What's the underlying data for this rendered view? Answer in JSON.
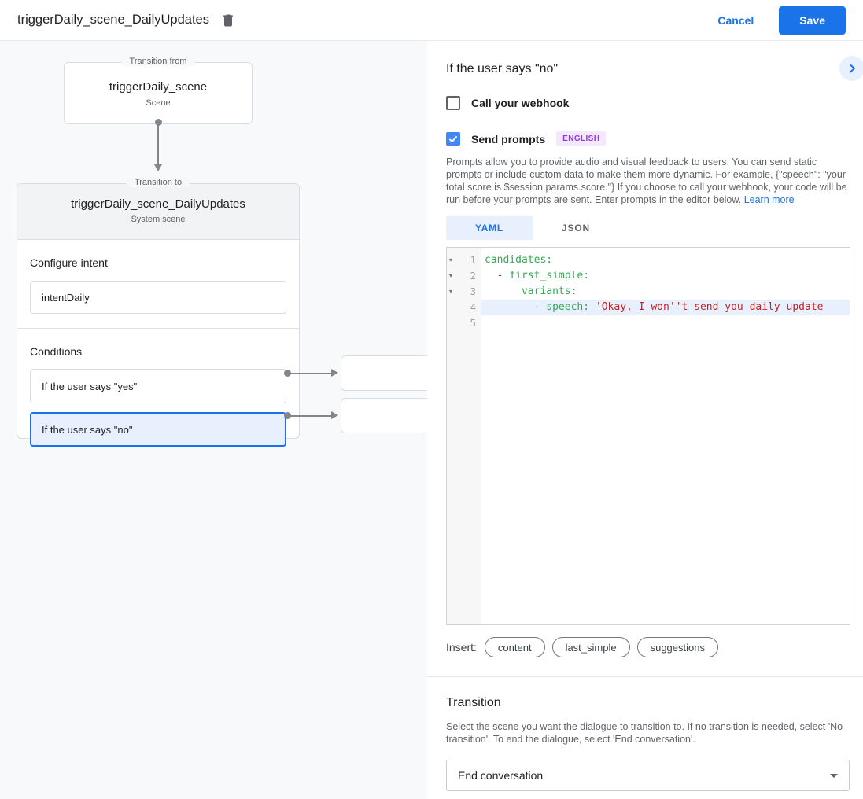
{
  "header": {
    "title": "triggerDaily_scene_DailyUpdates",
    "cancel_label": "Cancel",
    "save_label": "Save"
  },
  "colors": {
    "accent": "#1a73e8",
    "selection_bg": "#e8f0fe",
    "checkbox_checked": "#4285f4",
    "badge_bg": "#f3e8fd",
    "badge_text": "#9334e6",
    "code_key": "#34a853",
    "code_string": "#c5221f",
    "canvas_bg": "#f8f9fa"
  },
  "diagram": {
    "from_box": {
      "legend": "Transition from",
      "title": "triggerDaily_scene",
      "subtitle": "Scene"
    },
    "to_card": {
      "legend": "Transition to",
      "title": "triggerDaily_scene_DailyUpdates",
      "subtitle": "System scene",
      "intent_section": {
        "label": "Configure intent",
        "value": "intentDaily"
      },
      "conditions_section": {
        "label": "Conditions",
        "items": [
          {
            "label": "If the user says \"yes\"",
            "selected": false
          },
          {
            "label": "If the user says \"no\"",
            "selected": true
          }
        ]
      }
    }
  },
  "panel": {
    "title": "If the user says \"no\"",
    "webhook_checkbox": {
      "label": "Call your webhook",
      "checked": false
    },
    "prompts_checkbox": {
      "label": "Send prompts",
      "checked": true,
      "badge": "ENGLISH"
    },
    "description": "Prompts allow you to provide audio and visual feedback to users. You can send static prompts or include custom data to make them more dynamic. For example, {\"speech\": \"your total score is $session.params.score.\"} If you choose to call your webhook, your code will be run before your prompts are sent. Enter prompts in the editor below.",
    "learn_more_label": "Learn more",
    "editor": {
      "tabs": [
        {
          "label": "YAML",
          "active": true
        },
        {
          "label": "JSON",
          "active": false
        }
      ],
      "lines": [
        {
          "number": 1,
          "fold": true,
          "active": false,
          "segments": [
            [
              "key",
              "candidates:"
            ]
          ]
        },
        {
          "number": 2,
          "fold": true,
          "active": false,
          "segments": [
            [
              "plain",
              "  "
            ],
            [
              "meta",
              "- "
            ],
            [
              "key",
              "first_simple:"
            ]
          ]
        },
        {
          "number": 3,
          "fold": true,
          "active": false,
          "segments": [
            [
              "plain",
              "      "
            ],
            [
              "key",
              "variants:"
            ]
          ]
        },
        {
          "number": 4,
          "fold": false,
          "active": true,
          "segments": [
            [
              "plain",
              "        "
            ],
            [
              "meta",
              "- "
            ],
            [
              "key",
              "speech:"
            ],
            [
              "plain",
              " "
            ],
            [
              "string",
              "'Okay, I won''t send you daily update"
            ]
          ]
        },
        {
          "number": 5,
          "fold": false,
          "active": false,
          "segments": []
        }
      ]
    },
    "insert": {
      "label": "Insert:",
      "buttons": [
        "content",
        "last_simple",
        "suggestions"
      ]
    },
    "transition": {
      "title": "Transition",
      "description": "Select the scene you want the dialogue to transition to. If no transition is needed, select 'No transition'. To end the dialogue, select 'End conversation'.",
      "dropdown_value": "End conversation"
    }
  }
}
